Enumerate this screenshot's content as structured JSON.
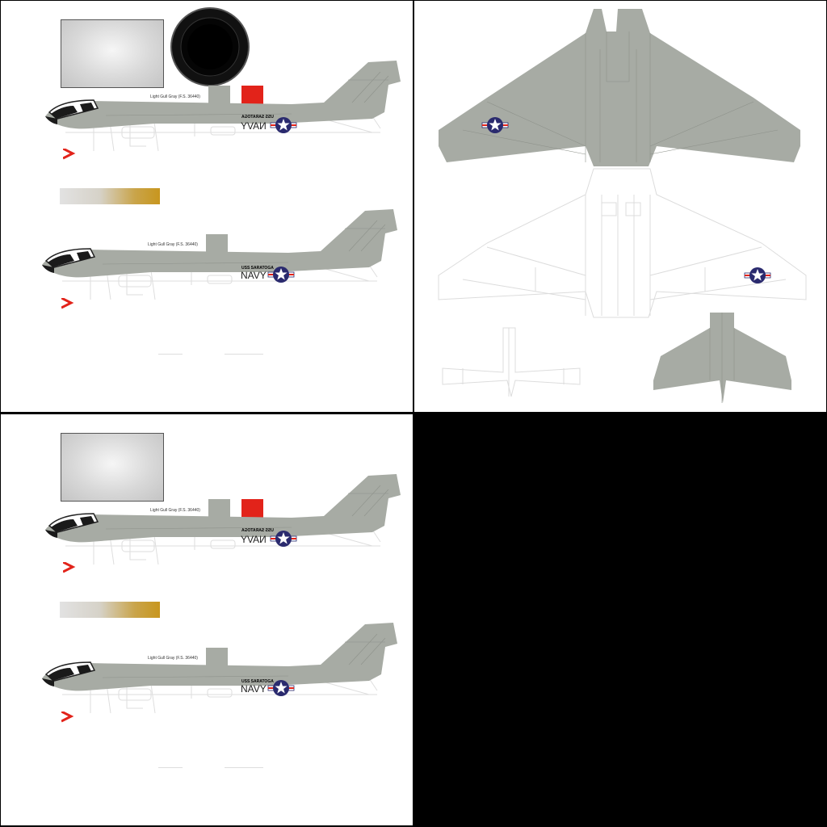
{
  "colors": {
    "gull_gray": "#a7aba4",
    "insignia_red": "#e2231a",
    "insignia_blue": "#2a2a6e",
    "canopy_dark": "#1a1a1a",
    "gold": "#c8961e"
  },
  "top_left": {
    "paint_label": "Light Gull Gray (F.S. 36440)",
    "side_view_upper": {
      "service_text": "NAVY",
      "serial_text": "USS SARATOGA"
    },
    "side_view_lower": {
      "paint_label": "Light Gull Gray (F.S. 36440)",
      "service_text": "NAVY",
      "serial_text": "USS SARATOGA"
    }
  },
  "top_right": {
    "description": "planform views"
  },
  "bottom_left": {
    "paint_label": "Light Gull Gray (F.S. 36440)",
    "side_view_upper": {
      "service_text": "NAVY",
      "serial_text": "USS SARATOGA"
    },
    "side_view_lower": {
      "paint_label": "Light Gull Gray (F.S. 36440)",
      "service_text": "NAVY",
      "serial_text": "USS SARATOGA"
    }
  },
  "icons": {
    "insignia": "star-roundel-icon",
    "chevron": "red-chevron-icon",
    "wheel": "tire-icon"
  }
}
